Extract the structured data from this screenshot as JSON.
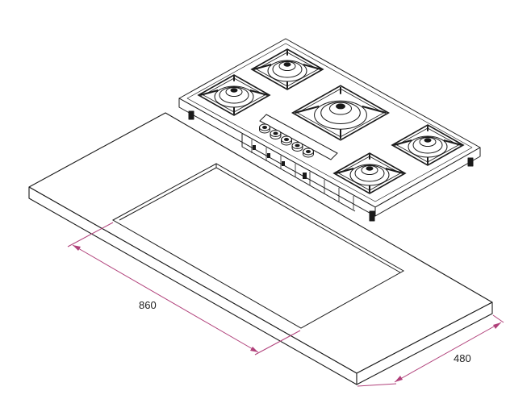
{
  "dimensions": {
    "width_label": "860",
    "depth_label": "480"
  },
  "appliance": {
    "burner_count": 5,
    "knob_count": 5
  },
  "colors": {
    "line": "#1a1a1a",
    "dimension": "#b0407a",
    "fill": "#ffffff"
  }
}
